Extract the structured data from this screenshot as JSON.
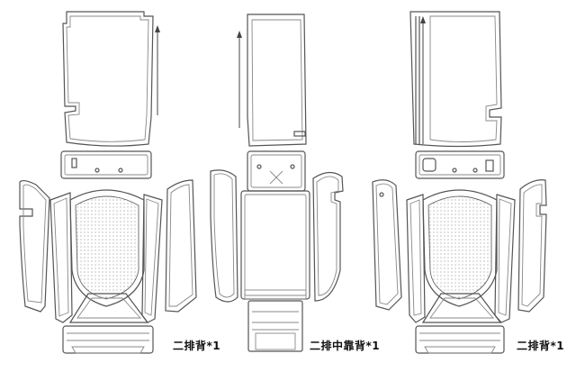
{
  "labels": {
    "left": "二排背*1",
    "middle": "二排中靠背*1",
    "right": "二排背*1"
  }
}
